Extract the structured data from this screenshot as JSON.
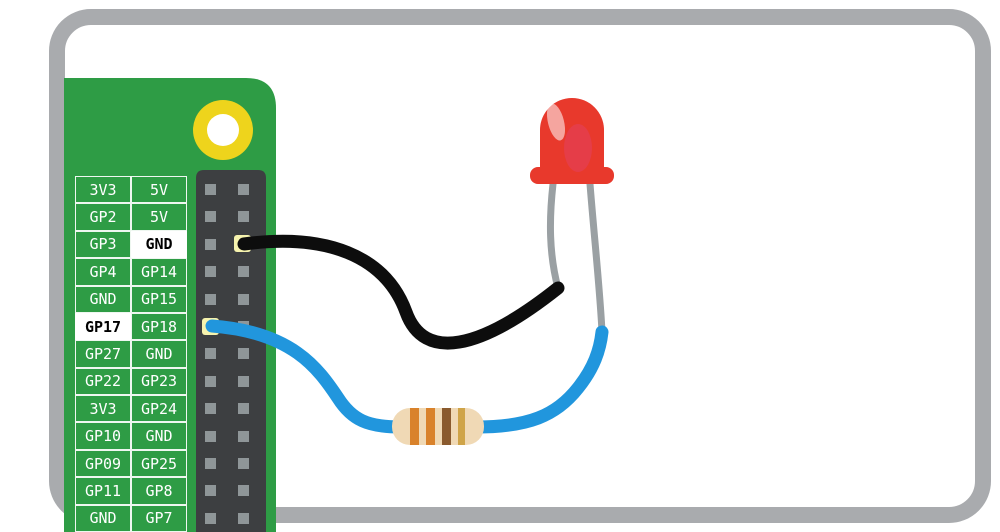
{
  "diagram": {
    "name": "raspberry-pi-pico-led-wiring",
    "board": {
      "pin_rows": [
        {
          "left": "3V3",
          "right": "5V"
        },
        {
          "left": "GP2",
          "right": "5V"
        },
        {
          "left": "GP3",
          "right": "GND",
          "right_highlight": true
        },
        {
          "left": "GP4",
          "right": "GP14"
        },
        {
          "left": "GND",
          "right": "GP15"
        },
        {
          "left": "GP17",
          "right": "GP18",
          "left_highlight": true
        },
        {
          "left": "GP27",
          "right": "GND"
        },
        {
          "left": "GP22",
          "right": "GP23"
        },
        {
          "left": "3V3",
          "right": "GP24"
        },
        {
          "left": "GP10",
          "right": "GND"
        },
        {
          "left": "GP09",
          "right": "GP25"
        },
        {
          "left": "GP11",
          "right": "GP8"
        },
        {
          "left": "GND",
          "right": "GP7"
        }
      ]
    },
    "connections": [
      {
        "from": "GND",
        "to": "led-cathode",
        "wire": "black"
      },
      {
        "from": "GP17",
        "to": "resistor-to-led-anode",
        "wire": "blue"
      }
    ],
    "components": {
      "led": {
        "type": "red-led"
      },
      "resistor": {
        "type": "resistor",
        "band_colors_named": [
          "orange",
          "orange",
          "brown",
          "gold"
        ]
      }
    }
  },
  "colors": {
    "frame": "#a9abae",
    "board": "#2e9c45",
    "header": "#3d3f41",
    "pin": "#8f9698",
    "ring": "#eed41c",
    "ring_center": "#ffffff",
    "pad": "#f6f3ae",
    "wire_black": "#0d0d0d",
    "wire_blue": "#2196dd",
    "leg": "#9aa0a3",
    "led": "#e8392c",
    "led_highlight": "#ffffff",
    "led_inner": "#e0457f",
    "resistor_body": "#f0d9b5",
    "resistor_edge": "#d9bd92",
    "band1": "#d9822b",
    "band2": "#d9822b",
    "band3": "#8a5a2e",
    "band4": "#cfa448"
  }
}
